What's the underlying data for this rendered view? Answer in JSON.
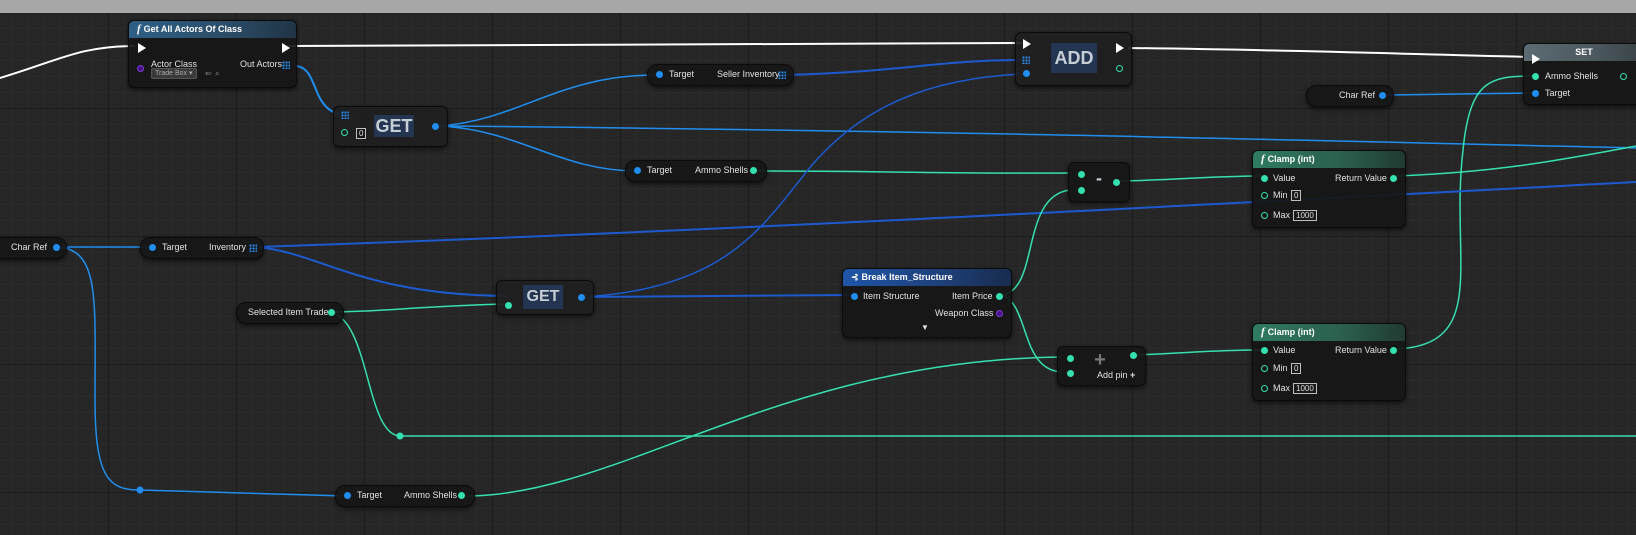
{
  "colors": {
    "object_wire": "#1f5fd6",
    "int_wire": "#35e0b0",
    "exec_wire": "#ffffff",
    "struct_wire": "#1c4fa8",
    "grid_bg": "#262626"
  },
  "nodes": {
    "get_all_actors": {
      "title": "Get All Actors Of Class",
      "actor_class_label": "Actor Class",
      "actor_class_value": "Trade Box",
      "out_actors_label": "Out Actors"
    },
    "get_array_1": {
      "label": "GET",
      "index": "0"
    },
    "seller_inventory": {
      "target_label": "Target",
      "output_label": "Seller Inventory"
    },
    "ammo_shells_top": {
      "target_label": "Target",
      "output_label": "Ammo Shells"
    },
    "add_node": {
      "label": "ADD"
    },
    "char_ref_top": {
      "label": "Char Ref"
    },
    "set_node": {
      "title": "SET",
      "input_label": "Ammo Shells",
      "target_label": "Target"
    },
    "subtract_node": {
      "label": "-"
    },
    "clamp_top": {
      "title": "Clamp (int)",
      "value_label": "Value",
      "min_label": "Min",
      "min_value": "0",
      "max_label": "Max",
      "max_value": "1000",
      "return_label": "Return Value"
    },
    "char_ref_left": {
      "label": "Char Ref"
    },
    "inventory_get": {
      "target_label": "Target",
      "output_label": "Inventory"
    },
    "selected_item_trade": {
      "label": "Selected Item Trade"
    },
    "get_array_2": {
      "label": "GET"
    },
    "break_struct": {
      "title": "Break Item_Structure",
      "input_label": "Item Structure",
      "item_price_label": "Item Price",
      "weapon_class_label": "Weapon Class",
      "expand_icon": "chevron-down-icon"
    },
    "add_pin_node": {
      "label": "+",
      "add_pin_label": "Add pin"
    },
    "clamp_bottom": {
      "title": "Clamp (int)",
      "value_label": "Value",
      "min_label": "Min",
      "min_value": "0",
      "max_label": "Max",
      "max_value": "1000",
      "return_label": "Return Value"
    },
    "ammo_shells_bottom": {
      "target_label": "Target",
      "output_label": "Ammo Shells"
    }
  }
}
